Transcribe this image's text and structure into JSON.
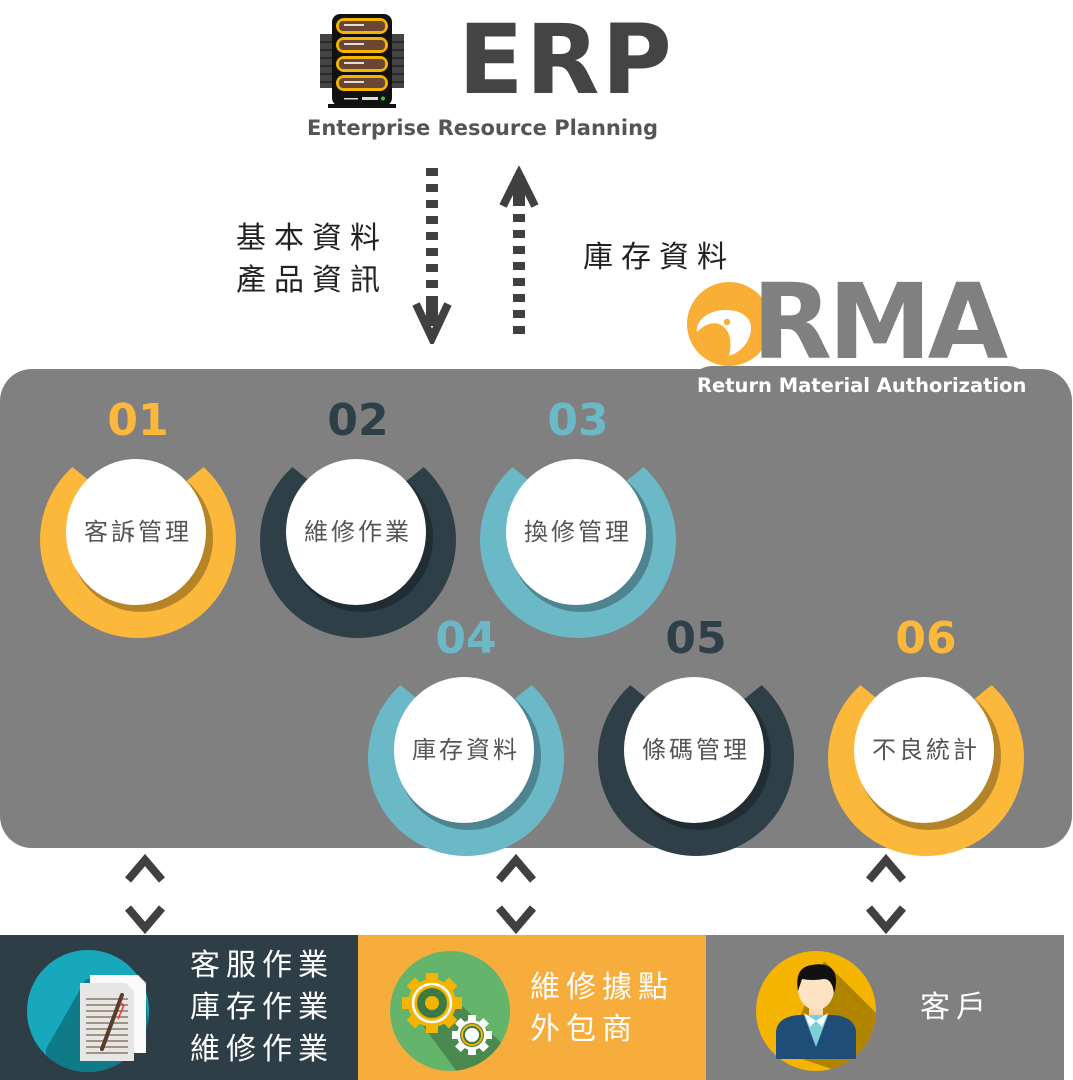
{
  "erp": {
    "title": "ERP",
    "subtitle": "Enterprise Resource Planning",
    "icon": "server-rack-icon"
  },
  "flows": {
    "to_rma": [
      "基本資料",
      "產品資訊"
    ],
    "to_erp": "庫存資料"
  },
  "rma": {
    "title": "RMA",
    "subtitle": "Return Material Authorization",
    "icon": "eagle-head-icon"
  },
  "modules": [
    {
      "number": "01",
      "label": "客訴管理",
      "color": "#fbb83a"
    },
    {
      "number": "02",
      "label": "維修作業",
      "color": "#2f3f48"
    },
    {
      "number": "03",
      "label": "換修管理",
      "color": "#6bb8c7"
    },
    {
      "number": "04",
      "label": "庫存資料",
      "color": "#6bb8c7"
    },
    {
      "number": "05",
      "label": "條碼管理",
      "color": "#2f3f48"
    },
    {
      "number": "06",
      "label": "不良統計",
      "color": "#fbb83a"
    }
  ],
  "parties": [
    {
      "lines": [
        "客服作業",
        "庫存作業",
        "維修作業"
      ],
      "icon": "document-pen-icon",
      "color": "#2e3e47"
    },
    {
      "lines": [
        "維修據點",
        "外包商"
      ],
      "icon": "gears-icon",
      "color": "#f7ad3c"
    },
    {
      "lines": [
        "客戶"
      ],
      "icon": "customer-avatar-icon",
      "color": "#808080"
    }
  ],
  "colors": {
    "panel": "#808080",
    "erp_text": "#444444",
    "yellow": "#fbb83a",
    "dark": "#2f3f48",
    "teal": "#6bb8c7",
    "arrow": "#404040"
  }
}
